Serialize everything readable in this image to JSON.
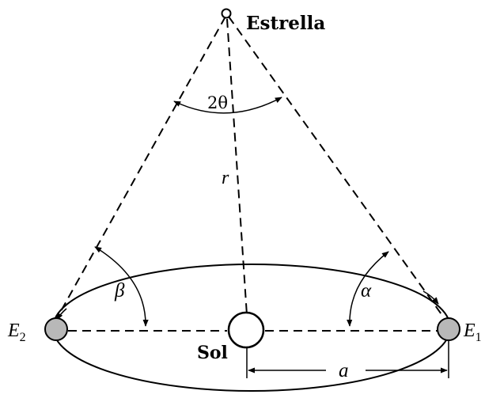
{
  "labels": {
    "star": "Estrella",
    "sun": "Sol",
    "angle_top": "2θ",
    "radius": "r",
    "angle_left": "β",
    "angle_right": "α",
    "earth_left": "E",
    "earth_left_sub": "2",
    "earth_right": "E",
    "earth_right_sub": "1",
    "distance": "a"
  },
  "colors": {
    "line": "#000000",
    "earth_fill": "#b8b8b8"
  }
}
